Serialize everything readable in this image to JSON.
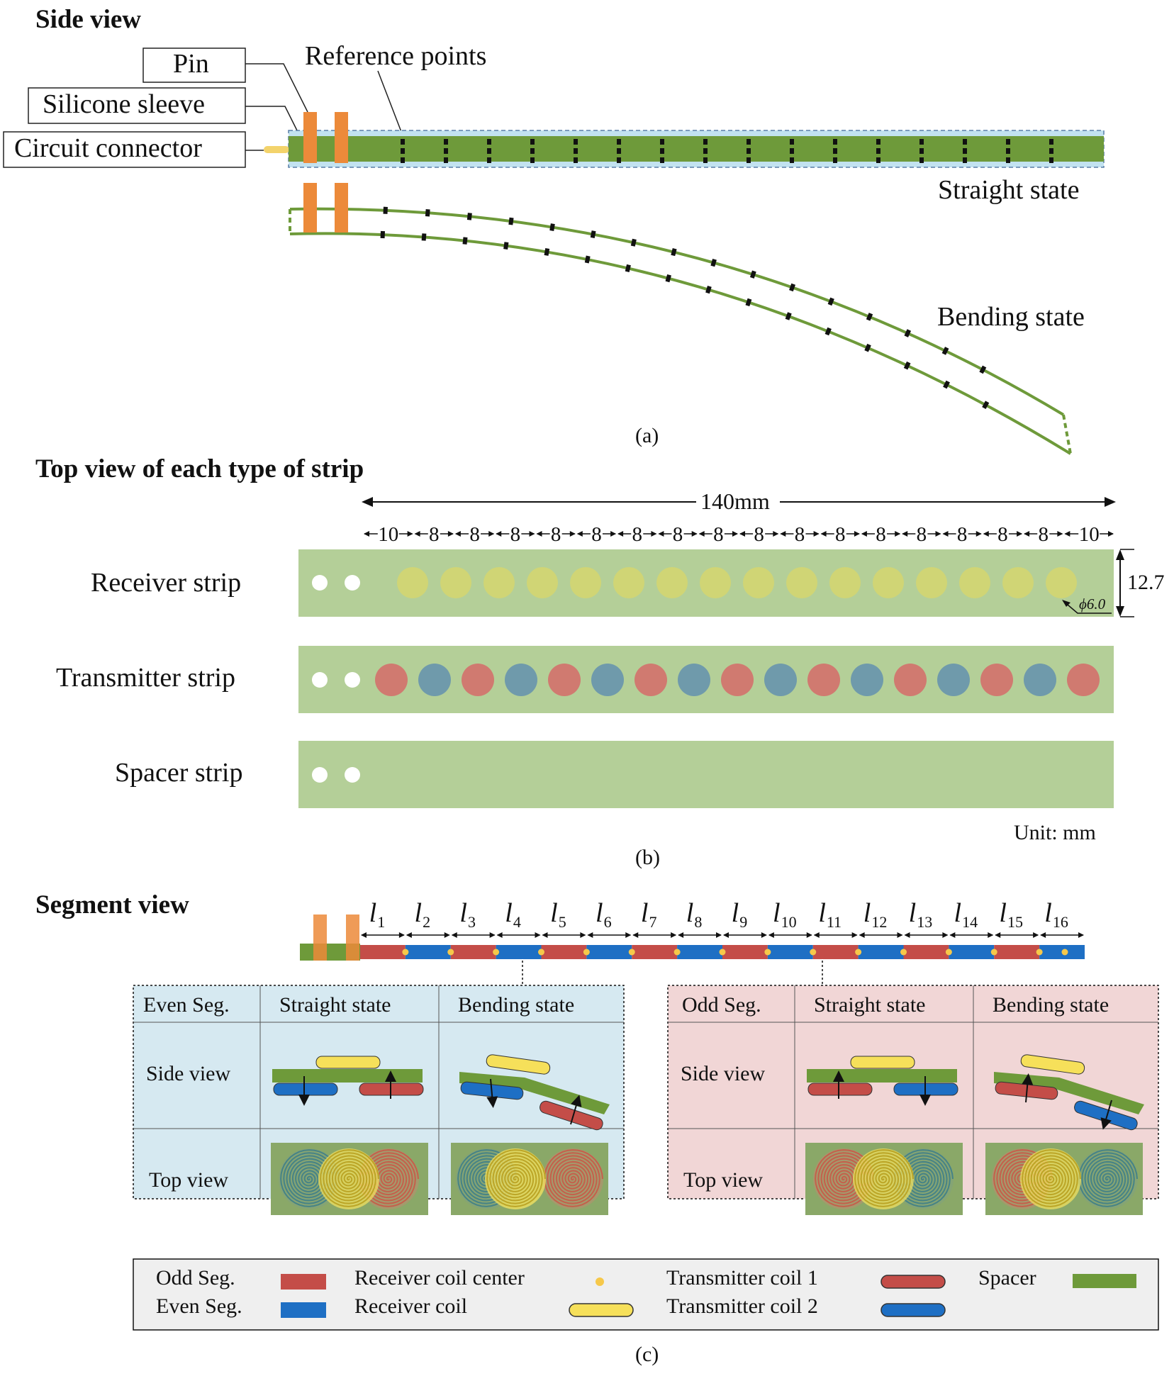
{
  "colors": {
    "spacer_green": "#6e9a3a",
    "strip_green": "#b4cf98",
    "odd_red": "#c44d48",
    "even_blue": "#1e6fc4",
    "receiver_yellow": "#f6e05a",
    "pin_orange": "#ec8a3a",
    "sleeve_blue": "#c2e2f0",
    "even_panel_bg": "#d6e9f1",
    "odd_panel_bg": "#f1d6d6",
    "legend_bg": "#efefef",
    "tx_red": "#d07a70",
    "tx_blue": "#6f9aab"
  },
  "panel_a": {
    "heading": "Side view",
    "callouts": {
      "pin": "Pin",
      "sleeve": "Silicone sleeve",
      "connector": "Circuit connector",
      "reference": "Reference points"
    },
    "straight_label": "Straight state",
    "bending_label": "Bending state",
    "caption": "(a)"
  },
  "panel_b": {
    "heading": "Top view of each type of strip",
    "total_length_label": "140mm",
    "pitch_labels": [
      "10",
      "8",
      "8",
      "8",
      "8",
      "8",
      "8",
      "8",
      "8",
      "8",
      "8",
      "8",
      "8",
      "8",
      "8",
      "8",
      "8",
      "10"
    ],
    "width_label": "12.7",
    "diameter_label": "ϕ6.0",
    "strips": [
      "Receiver strip",
      "Transmitter strip",
      "Spacer strip"
    ],
    "unit_label": "Unit: mm",
    "caption": "(b)",
    "coil_count": 17
  },
  "panel_c": {
    "heading": "Segment view",
    "segment_labels": [
      "1",
      "2",
      "3",
      "4",
      "5",
      "6",
      "7",
      "8",
      "9",
      "10",
      "11",
      "12",
      "13",
      "14",
      "15",
      "16"
    ],
    "segment_symbol": "l",
    "even_table": {
      "header": [
        "Even Seg.",
        "Straight state",
        "Bending state"
      ],
      "rows": [
        "Side view",
        "Top view"
      ]
    },
    "odd_table": {
      "header": [
        "Odd Seg.",
        "Straight state",
        "Bending state"
      ],
      "rows": [
        "Side view",
        "Top view"
      ]
    },
    "legend": {
      "odd_seg": "Odd Seg.",
      "even_seg": "Even Seg.",
      "rx_center": "Receiver coil center",
      "rx_coil": "Receiver coil",
      "tx1": "Transmitter coil 1",
      "tx2": "Transmitter coil 2",
      "spacer": "Spacer"
    },
    "caption": "(c)"
  }
}
